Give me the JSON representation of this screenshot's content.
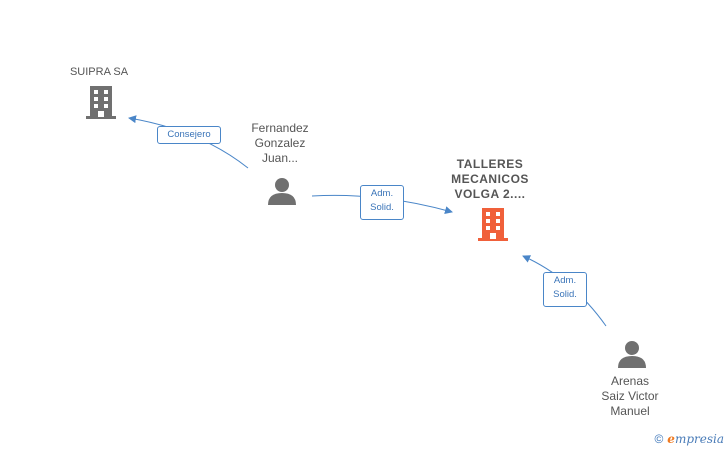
{
  "nodes": {
    "suipra": {
      "label": "SUIPRA SA",
      "kind": "company",
      "icon": "building-icon",
      "color": "#707070"
    },
    "talleres": {
      "label_lines": [
        "TALLERES",
        "MECANICOS",
        "VOLGA 2...."
      ],
      "kind": "company",
      "icon": "building-icon",
      "color": "#f0603a"
    },
    "fernandez": {
      "label_lines": [
        "Fernandez",
        "Gonzalez",
        "Juan..."
      ],
      "kind": "person",
      "icon": "person-icon",
      "color": "#707070"
    },
    "arenas": {
      "label_lines": [
        "Arenas",
        "Saiz Victor",
        "Manuel"
      ],
      "kind": "person",
      "icon": "person-icon",
      "color": "#707070"
    }
  },
  "edges": [
    {
      "from": "fernandez",
      "to": "suipra",
      "label_lines": [
        "Consejero"
      ]
    },
    {
      "from": "fernandez",
      "to": "talleres",
      "label_lines": [
        "Adm.",
        "Solid."
      ]
    },
    {
      "from": "arenas",
      "to": "talleres",
      "label_lines": [
        "Adm.",
        "Solid."
      ]
    }
  ],
  "colors": {
    "edge": "#4a86c8",
    "accent": "#f0603a",
    "icon_gray": "#707070"
  },
  "footer": {
    "copyright": "©",
    "brand_first": "e",
    "brand_rest": "mpresia"
  }
}
